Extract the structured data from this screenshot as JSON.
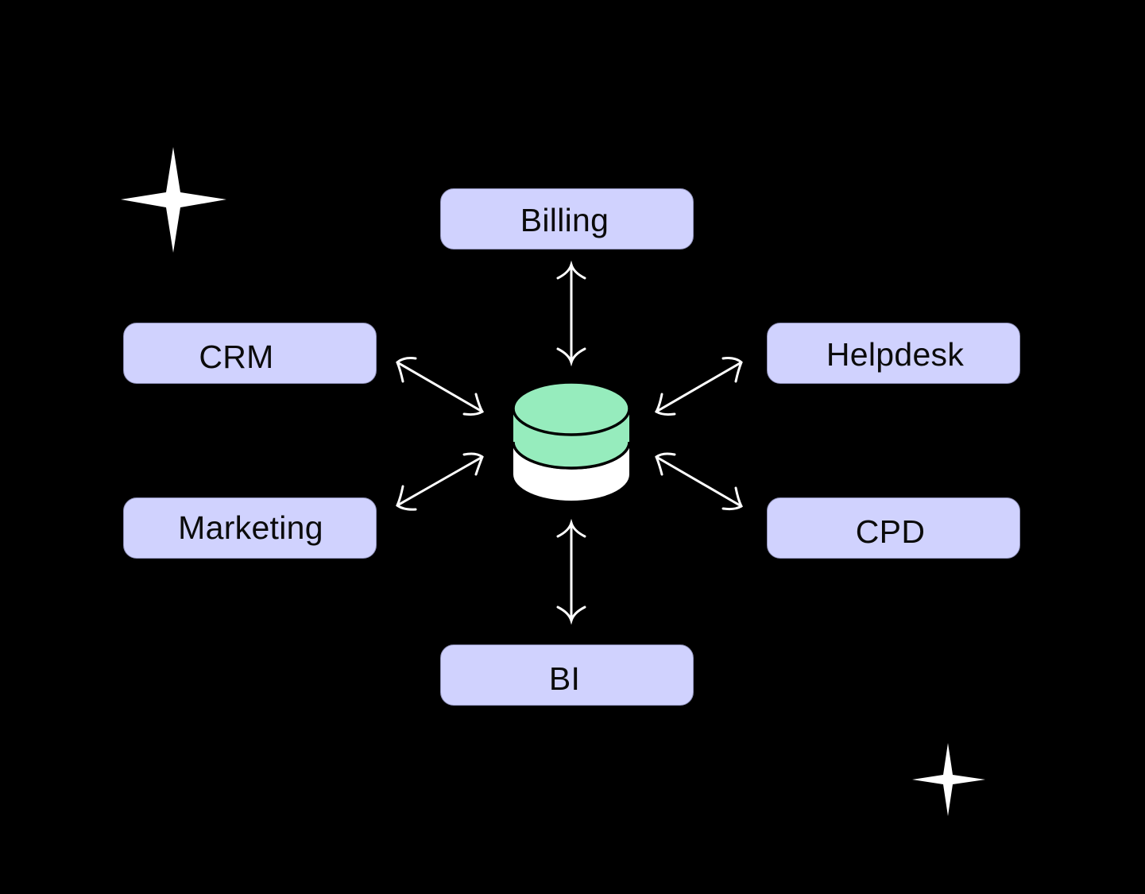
{
  "diagram": {
    "type": "hub-and-spoke",
    "hub": {
      "label": "",
      "icon": "database-icon",
      "colors": {
        "top": "#96ecbd",
        "bottom": "#ffffff",
        "outline": "#000000"
      }
    },
    "nodes": [
      {
        "id": "billing",
        "label": "Billing"
      },
      {
        "id": "crm",
        "label": "CRM"
      },
      {
        "id": "helpdesk",
        "label": "Helpdesk"
      },
      {
        "id": "marketing",
        "label": "Marketing"
      },
      {
        "id": "cpd",
        "label": "CPD"
      },
      {
        "id": "bi",
        "label": "BI"
      }
    ],
    "edges": [
      {
        "from": "billing",
        "to": "database",
        "direction": "bidirectional"
      },
      {
        "from": "crm",
        "to": "database",
        "direction": "bidirectional"
      },
      {
        "from": "helpdesk",
        "to": "database",
        "direction": "bidirectional"
      },
      {
        "from": "marketing",
        "to": "database",
        "direction": "bidirectional"
      },
      {
        "from": "cpd",
        "to": "database",
        "direction": "bidirectional"
      },
      {
        "from": "bi",
        "to": "database",
        "direction": "bidirectional"
      }
    ],
    "decorations": [
      "sparkle-icon",
      "sparkle-icon"
    ],
    "colors": {
      "background": "#000000",
      "node_fill": "#d0d2fe",
      "node_text": "#0b0b0b",
      "arrow": "#ffffff"
    }
  }
}
